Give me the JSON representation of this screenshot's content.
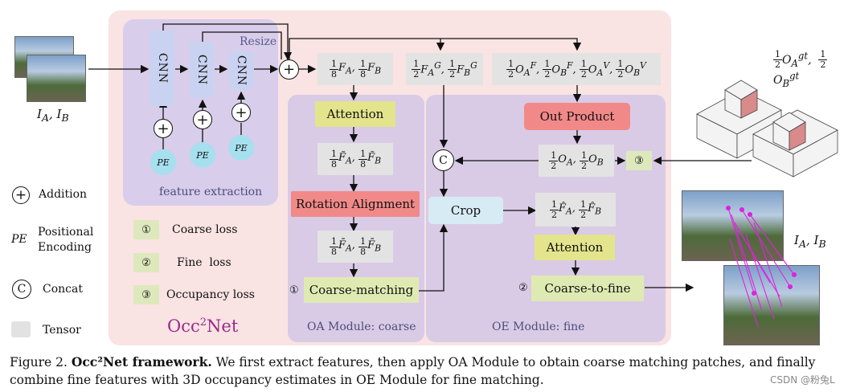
{
  "feature_extraction": {
    "cnn_label": "CNN",
    "pe_label": "PE",
    "resize_label": "Resize",
    "title": "feature extraction",
    "input_label": "I_A, I_B"
  },
  "tensors": {
    "f_coarse": "1/8 F_A, 1/8 F_B",
    "f_geo": "1/2 F_A^G, 1/2 F_B^G",
    "o_set": "1/2 O_A^F, 1/2 O_B^F, 1/2 O_A^V, 1/2 O_B^V",
    "o_gt": "1/2 O_A^gt, 1/2 O_B^gt",
    "f_tilde": "1/8 F~_A, 1/8 F~_B",
    "f_bar": "1/8 F-_A, 1/8 F-_B",
    "o_occ": "1/2 O_A, 1/2 O_B",
    "f_hat": "1/2 F^_A, 1/2 F^_B"
  },
  "oa_module": {
    "attention": "Attention",
    "rotation": "Rotation Alignment",
    "matching": "Coarse-matching",
    "title": "OA Module: coarse"
  },
  "oe_module": {
    "out_product": "Out Product",
    "crop": "Crop",
    "attention": "Attention",
    "fine": "Coarse-to-fine",
    "title": "OE Module: fine",
    "concat_symbol": "C"
  },
  "losses": [
    {
      "num": "①",
      "label": "Coarse loss"
    },
    {
      "num": "②",
      "label": "Fine  loss"
    },
    {
      "num": "③",
      "label": "Occupancy loss"
    }
  ],
  "legend": {
    "addition": "Addition",
    "pe_symbol": "PE",
    "positional": "Positional",
    "encoding": "Encoding",
    "concat_symbol": "C",
    "concat": "Concat",
    "tensor": "Tensor"
  },
  "brand": {
    "name": "Occ",
    "sup": "2",
    "suffix": "Net"
  },
  "output_label": "I_A, I_B",
  "caption": {
    "prefix": "Figure 2. ",
    "bold": "Occ²Net framework.",
    "text": " We first extract features, then apply OA Module to obtain coarse matching patches, and finally combine fine features with 3D occupancy estimates in OE Module for fine matching."
  },
  "watermark": "CSDN @粉兔L",
  "colors": {
    "main_panel": "#f9e3e3",
    "module_panel": "#d9cbe6",
    "match_line": "#e020e0"
  }
}
